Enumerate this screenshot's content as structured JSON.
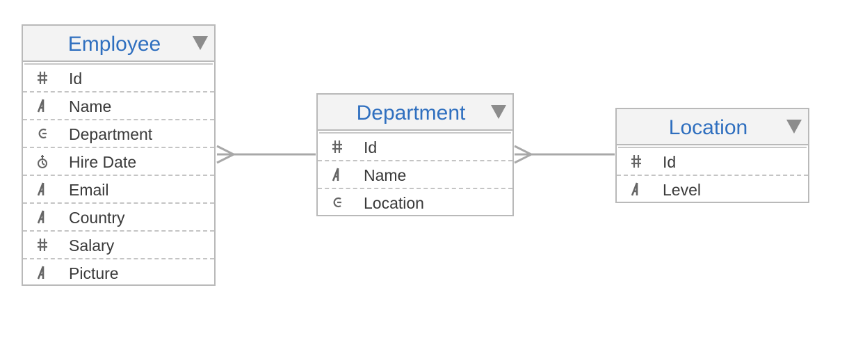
{
  "entities": [
    {
      "title": "Employee",
      "fields": [
        {
          "name": "Id",
          "icon": "number-icon"
        },
        {
          "name": "Name",
          "icon": "text-icon"
        },
        {
          "name": "Department",
          "icon": "reference-icon"
        },
        {
          "name": "Hire Date",
          "icon": "date-icon"
        },
        {
          "name": "Email",
          "icon": "text-icon"
        },
        {
          "name": "Country",
          "icon": "text-icon"
        },
        {
          "name": "Salary",
          "icon": "number-icon"
        },
        {
          "name": "Picture",
          "icon": "text-icon"
        }
      ]
    },
    {
      "title": "Department",
      "fields": [
        {
          "name": "Id",
          "icon": "number-icon"
        },
        {
          "name": "Name",
          "icon": "text-icon"
        },
        {
          "name": "Location",
          "icon": "reference-icon"
        }
      ]
    },
    {
      "title": "Location",
      "fields": [
        {
          "name": "Id",
          "icon": "number-icon"
        },
        {
          "name": "Level",
          "icon": "text-icon"
        }
      ]
    }
  ],
  "relationships": [
    {
      "from": "Employee",
      "to": "Department",
      "type": "many-to-one"
    },
    {
      "from": "Department",
      "to": "Location",
      "type": "many-to-one"
    }
  ],
  "colors": {
    "title": "#2f6fbf",
    "border": "#b9b9b9",
    "header_bg": "#f3f3f3",
    "connector": "#a8a8a8",
    "icon": "#666666",
    "toggle": "#8c8c8c"
  }
}
